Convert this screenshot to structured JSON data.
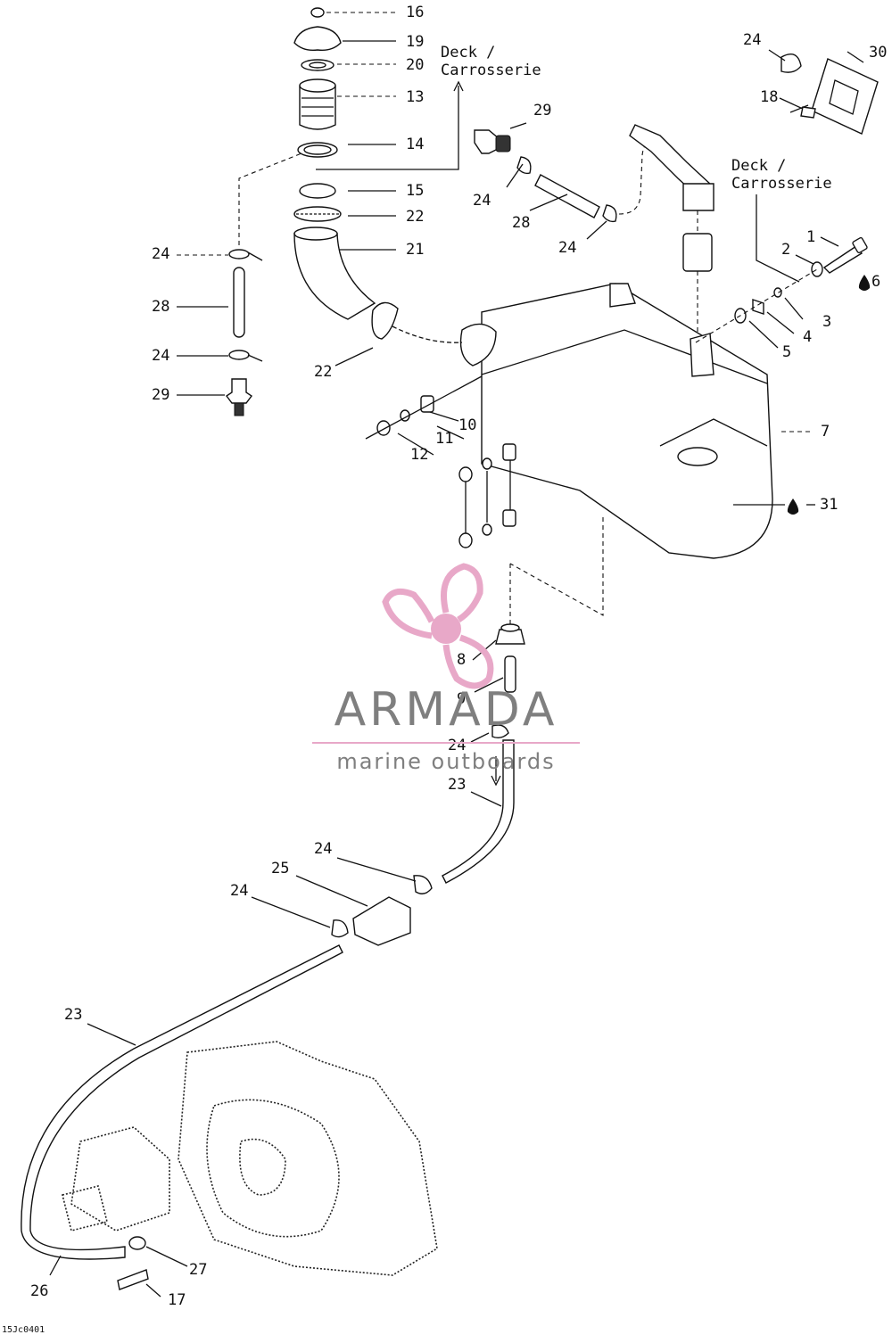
{
  "figure_id": "15Jc0401",
  "deck_labels": [
    {
      "line1": "Deck /",
      "line2": "Carrosserie"
    },
    {
      "line1": "Deck /",
      "line2": "Carrosserie"
    }
  ],
  "callouts": [
    "16",
    "19",
    "20",
    "13",
    "14",
    "15",
    "22",
    "21",
    "24",
    "28",
    "24",
    "29",
    "22",
    "29",
    "24",
    "28",
    "24",
    "24",
    "30",
    "18",
    "1",
    "2",
    "6",
    "3",
    "4",
    "5",
    "7",
    "31",
    "10",
    "11",
    "12",
    "8",
    "9",
    "24",
    "23",
    "24",
    "25",
    "24",
    "23",
    "27",
    "26",
    "17"
  ],
  "logo": {
    "brand": "ARMADA",
    "tagline": "marine outboards",
    "colors": {
      "propeller": "#e8a8c8",
      "text": "#7f7f7f"
    }
  },
  "icons": [
    "oil-drop-icon",
    "oil-drop-icon"
  ]
}
